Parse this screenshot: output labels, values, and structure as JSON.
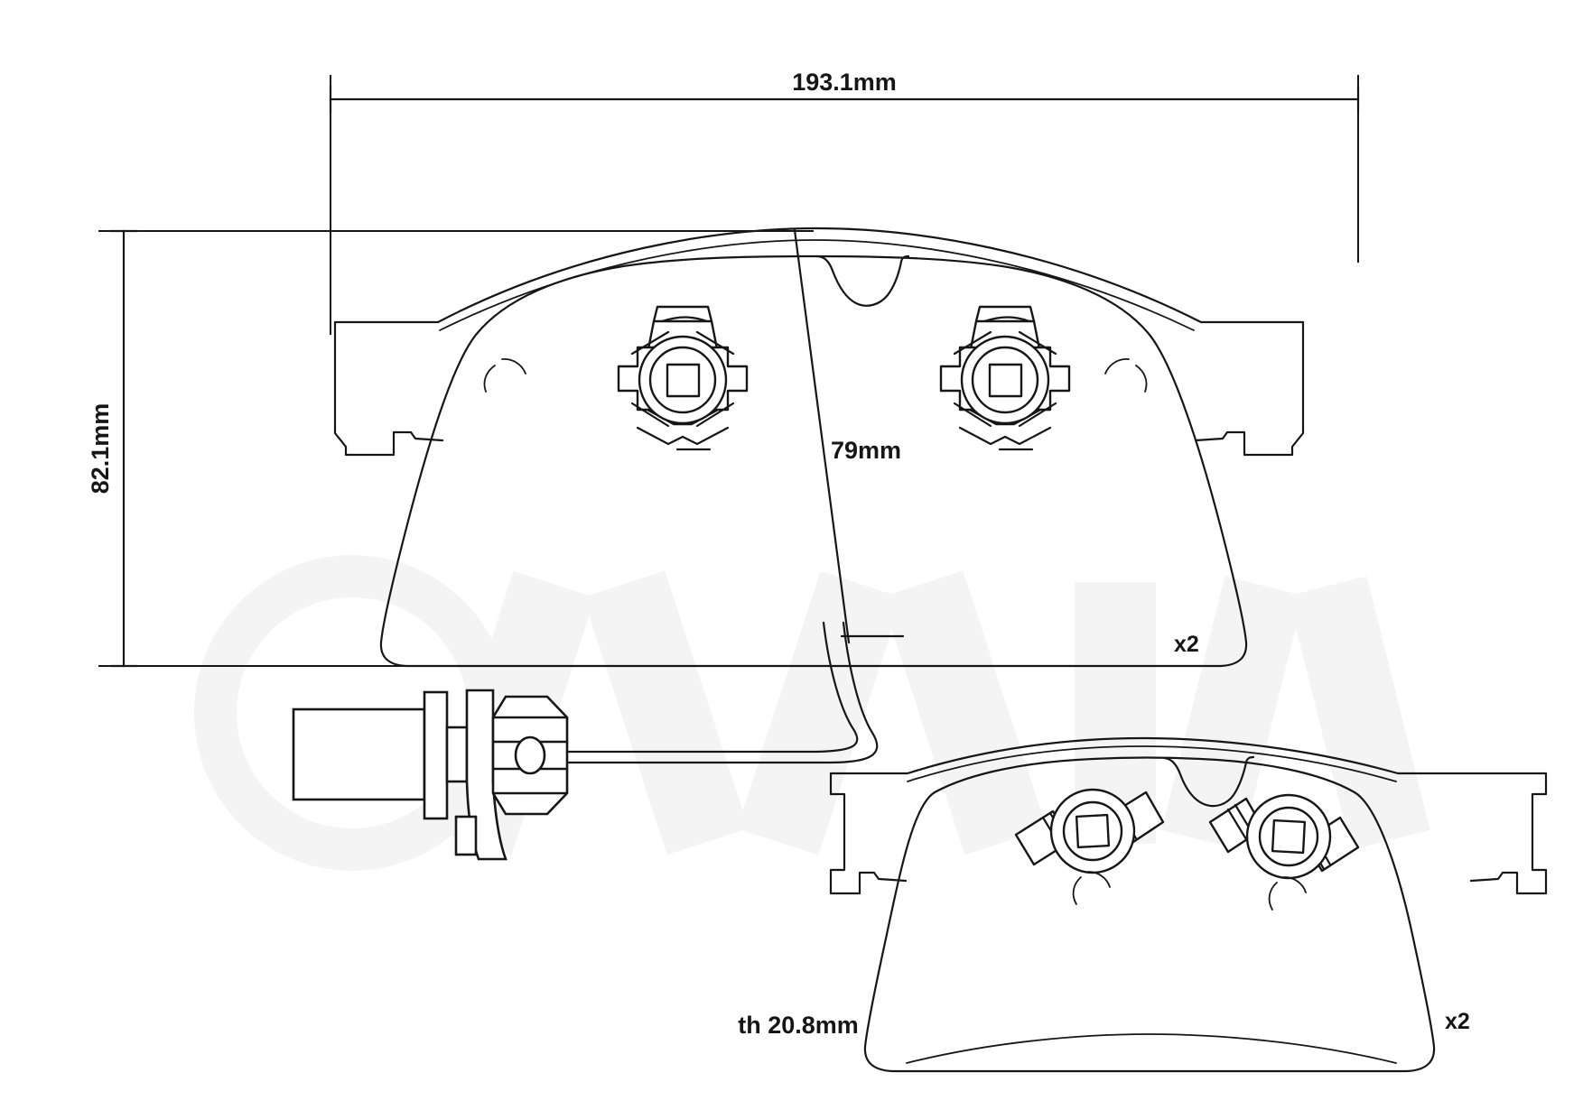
{
  "drawing": {
    "title": "Brake pad set technical dimension drawing",
    "background_color": "#ffffff",
    "line_color": "#161616",
    "watermark_color": "#f4f4f4"
  },
  "dimensions": {
    "width_label": "193.1mm",
    "height_label": "82.1mm",
    "inner_width_label": "79mm",
    "thickness_label": "th 20.8mm"
  },
  "quantities": {
    "upper_pad_qty": "x2",
    "lower_pad_qty": "x2"
  },
  "parts": [
    {
      "name": "upper-brake-pad",
      "description": "Front brake pad with retaining spring clips",
      "quantity": "x2"
    },
    {
      "name": "lower-brake-pad",
      "description": "Front brake pad with rivet hardware",
      "quantity": "x2"
    },
    {
      "name": "wear-sensor",
      "description": "Brake pad wear indicator sensor with connector",
      "quantity": ""
    }
  ]
}
